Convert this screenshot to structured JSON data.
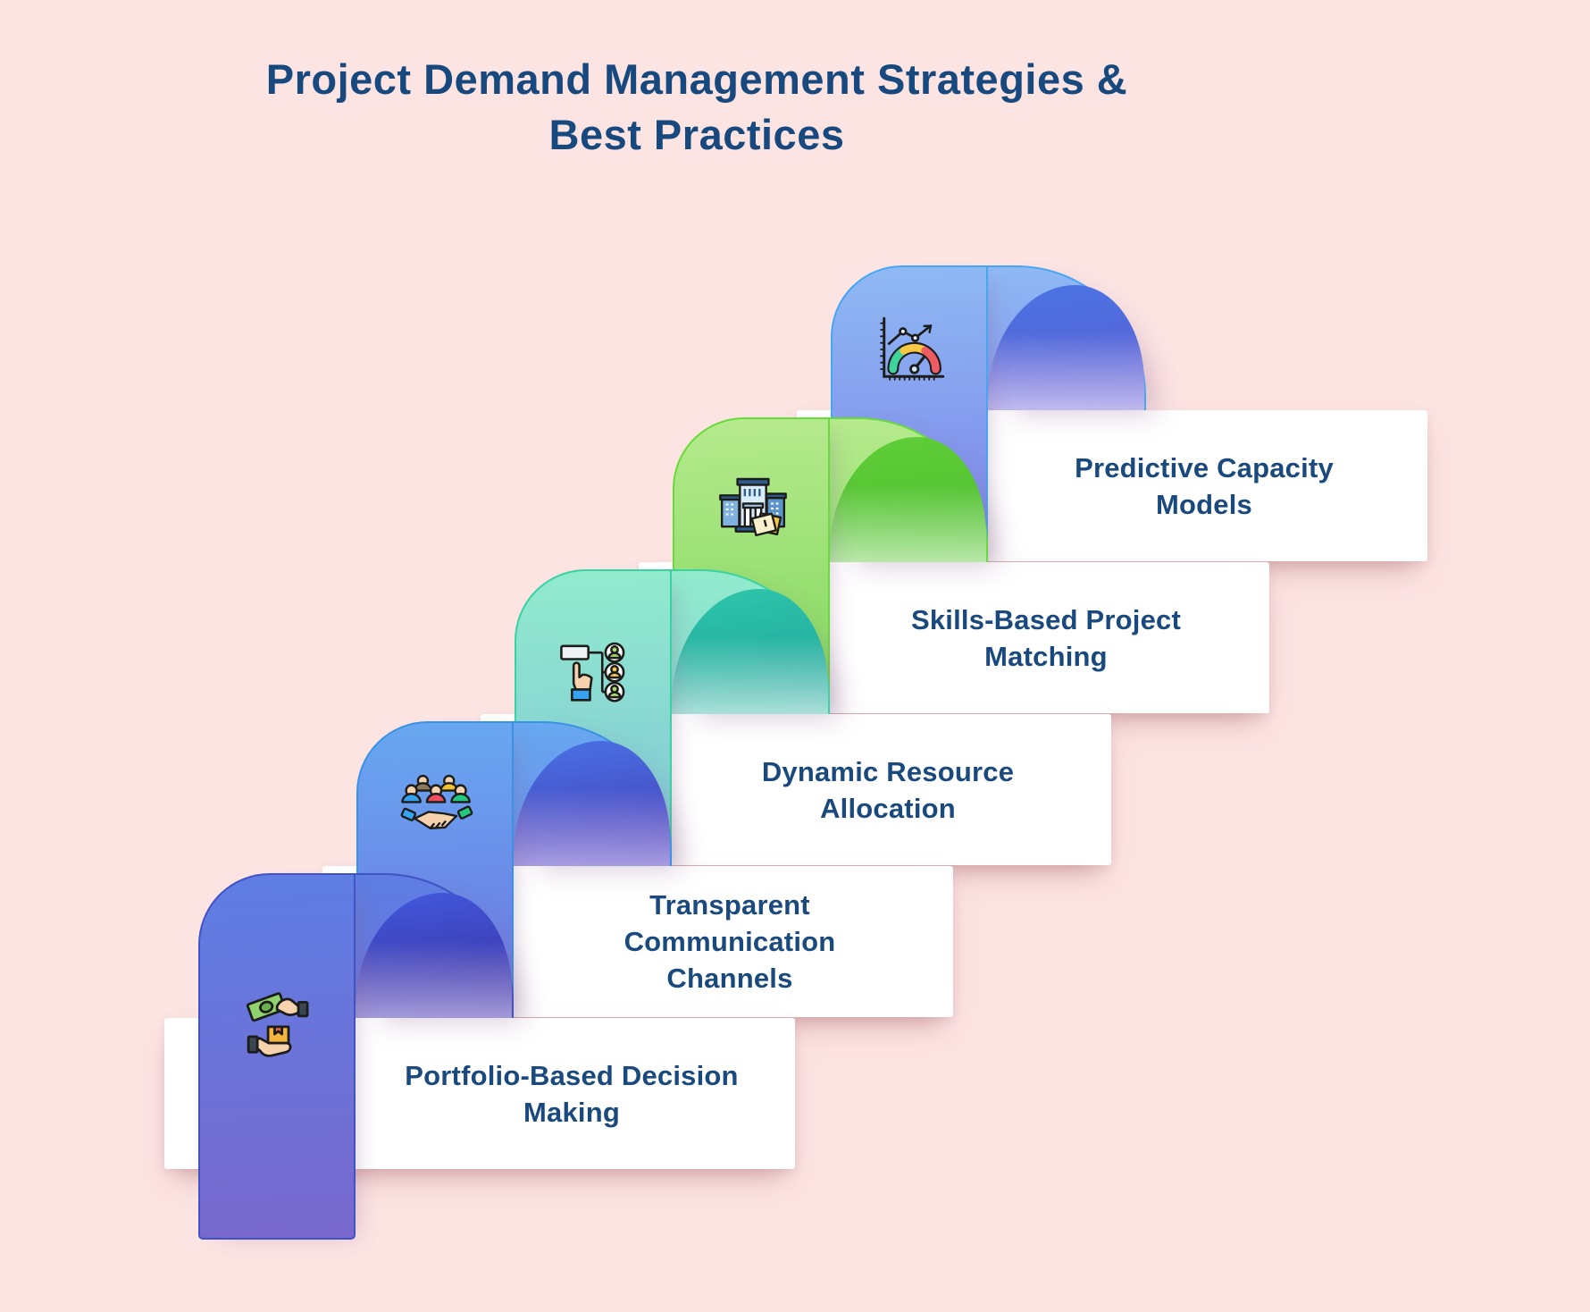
{
  "background": "#fce4e3",
  "title": {
    "line1": "Project Demand Management Strategies &",
    "line2": "Best Practices",
    "color": "#17497e"
  },
  "card": {
    "bg": "#ffffff",
    "text_color": "#1a4a7d"
  },
  "steps": [
    {
      "label_lines": [
        "Portfolio-Based Decision",
        "Making"
      ],
      "icon": "money-exchange",
      "colors": {
        "leg_top": "#5e7ee4",
        "leg_bottom": "#7968cd",
        "band_bottom": "#6a74da",
        "edge": "#4153c4",
        "inner_top": "#4156d8",
        "inner_bottom": "#3a2c9e",
        "haze": "#b3aae2"
      }
    },
    {
      "label_lines": [
        "Transparent",
        "Communication",
        "Channels"
      ],
      "icon": "people-handshake",
      "colors": {
        "leg_top": "#68a8f1",
        "leg_bottom": "#6e72e0",
        "band_bottom": "#6a8ce8",
        "edge": "#3a92e4",
        "inner_top": "#486ee1",
        "inner_bottom": "#4739b4",
        "haze": "#b5abe8"
      }
    },
    {
      "label_lines": [
        "Dynamic Resource",
        "Allocation"
      ],
      "icon": "org-chart-hand",
      "colors": {
        "leg_top": "#92ebcd",
        "leg_bottom": "#7fc3d8",
        "band_bottom": "#86d8d0",
        "edge": "#3bd2a3",
        "inner_top": "#2dc3a9",
        "inner_bottom": "#1ea29a",
        "haze": "#bfe9e2"
      }
    },
    {
      "label_lines": [
        "Skills-Based Project",
        "Matching"
      ],
      "icon": "building-documents",
      "colors": {
        "leg_top": "#b6ea8d",
        "leg_bottom": "#7ed75b",
        "band_bottom": "#99e274",
        "edge": "#68da3b",
        "inner_top": "#5ecd37",
        "inner_bottom": "#4cbb2e",
        "haze": "#c9eebb"
      }
    },
    {
      "label_lines": [
        "Predictive Capacity",
        "Models"
      ],
      "icon": "gauge-chart",
      "colors": {
        "leg_top": "#8fb9f4",
        "leg_bottom": "#7b81e7",
        "band_bottom": "#8497ee",
        "edge": "#47a6f1",
        "inner_top": "#4b72e2",
        "inner_bottom": "#5e5ed2",
        "haze": "#cec7f3"
      }
    }
  ]
}
